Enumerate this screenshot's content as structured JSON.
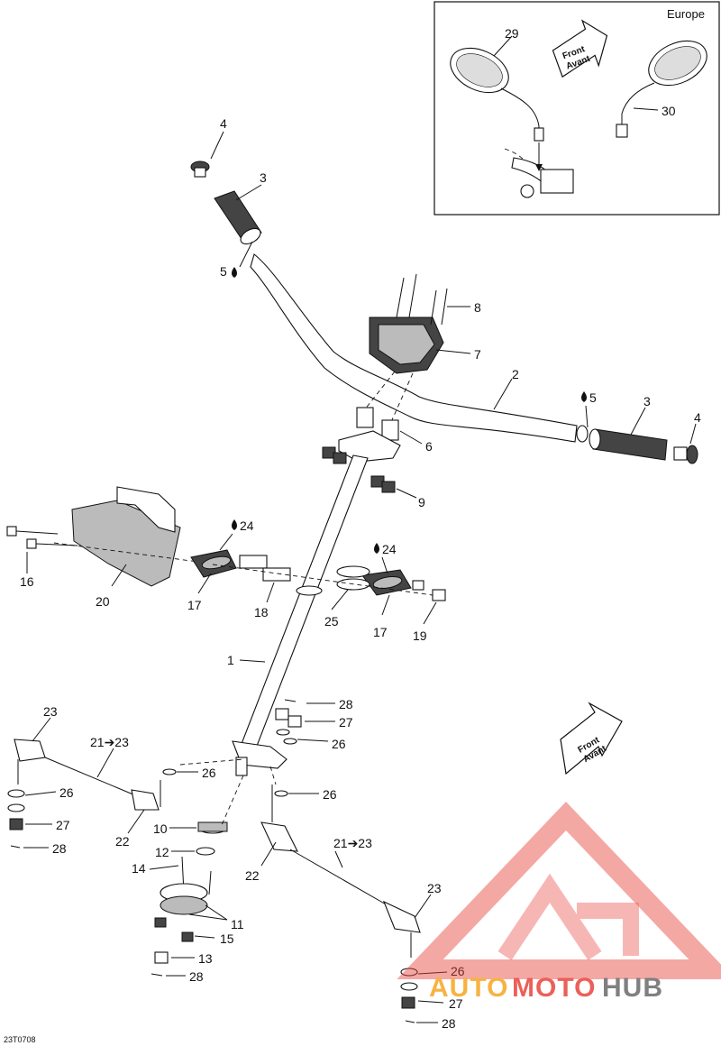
{
  "inset": {
    "region_label": "Europe",
    "callouts": [
      "29",
      "30"
    ]
  },
  "front_arrow": {
    "line1": "Front",
    "line2": "Avant"
  },
  "callouts": {
    "c1": "1",
    "c2": "2",
    "c3a": "3",
    "c3b": "3",
    "c4a": "4",
    "c4b": "4",
    "c5a": "5",
    "c5b": "5",
    "c6": "6",
    "c7": "7",
    "c8": "8",
    "c9": "9",
    "c10": "10",
    "c11": "11",
    "c12": "12",
    "c13": "13",
    "c14": "14",
    "c15": "15",
    "c16": "16",
    "c17a": "17",
    "c17b": "17",
    "c18": "18",
    "c19": "19",
    "c20": "20",
    "c21a": "21➔23",
    "c21b": "21➔23",
    "c22a": "22",
    "c22b": "22",
    "c23a": "23",
    "c23b": "23",
    "c24a": "24",
    "c24b": "24",
    "c25": "25",
    "c26a": "26",
    "c26b": "26",
    "c26c": "26",
    "c26d": "26",
    "c26e": "26",
    "c27a": "27",
    "c27b": "27",
    "c27c": "27",
    "c28a": "28",
    "c28b": "28",
    "c28c": "28",
    "c28d": "28"
  },
  "drawing_code": "23T0708",
  "watermark": {
    "part1": "AUTO",
    "part2": "MOTO",
    "part3": "HUB"
  },
  "colors": {
    "watermark_red": "#e8453c",
    "watermark_orange": "#f5a623",
    "watermark_gray": "#6b6b6b",
    "line": "#111111"
  }
}
